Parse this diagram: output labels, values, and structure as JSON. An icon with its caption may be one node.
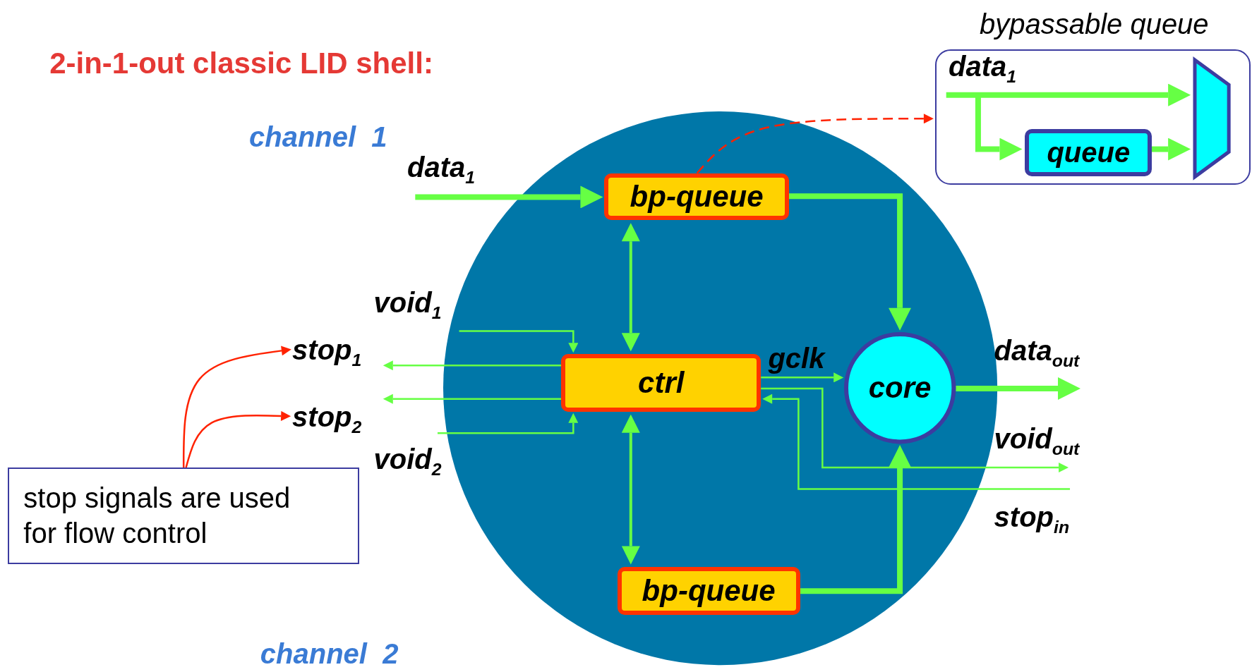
{
  "diagram": {
    "title": "2-in-1-out classic LID shell:",
    "nodes": [
      {
        "text": [],
        "shape": "circle"
      },
      {
        "text": [
          "bp-queue"
        ],
        "in": 0
      },
      {
        "text": [
          "ctrl"
        ],
        "in": 0
      },
      {
        "text": [
          "core"
        ],
        "in": 0
      },
      {
        "text": [
          "bp-queue"
        ],
        "in": 0
      },
      {
        "text": [
          "bypassable queue"
        ]
      },
      {
        "text": [
          "queue"
        ],
        "in": 5
      },
      {
        "text": [],
        "shape": "trapezoid",
        "in": 5
      },
      {
        "text": [
          "stop signals are used for flow control"
        ]
      },
      {
        "text": [
          "stop$_{1}$"
        ]
      },
      {
        "text": [
          "stop$_{2}$"
        ]
      }
    ],
    "edges": [
      {
        "from": null,
        "to": 1,
        "arrow": "to",
        "label": "data$_{1}$",
        "style": "thick"
      },
      {
        "from": 1,
        "to": 3,
        "arrow": "to",
        "style": "thick"
      },
      {
        "from": 1,
        "to": 2,
        "arrow": "both"
      },
      {
        "from": 2,
        "to": 4,
        "arrow": "both"
      },
      {
        "from": 4,
        "to": 3,
        "arrow": "to",
        "style": "thick"
      },
      {
        "from": null,
        "to": 2,
        "arrow": "to",
        "label": "void$_{1}$"
      },
      {
        "from": 2,
        "to": 9,
        "arrow": "to"
      },
      {
        "from": 2,
        "to": 10,
        "arrow": "to"
      },
      {
        "from": null,
        "to": 2,
        "arrow": "to",
        "label": "void$_{2}$"
      },
      {
        "from": 2,
        "to": 3,
        "arrow": "to",
        "label": "gclk"
      },
      {
        "from": 3,
        "to": null,
        "arrow": "to",
        "label": "data$_{out}$",
        "style": "thick"
      },
      {
        "from": 2,
        "to": null,
        "arrow": "to",
        "label": "void$_{out}$"
      },
      {
        "from": null,
        "to": 2,
        "arrow": "to",
        "label": "stop$_{in}$"
      },
      {
        "from": 1,
        "to": 5,
        "arrow": "to",
        "style": "dashed",
        "color": "#ff2200"
      },
      {
        "from": 8,
        "to": 9,
        "arrow": "to",
        "color": "#ff2200"
      },
      {
        "from": 8,
        "to": 10,
        "arrow": "to",
        "color": "#ff2200"
      },
      {
        "from": null,
        "to": 7,
        "arrow": "to",
        "label": "data$_{1}$",
        "style": "thick"
      },
      {
        "from": null,
        "to": 6,
        "arrow": "to",
        "style": "thick"
      },
      {
        "from": 6,
        "to": 7,
        "arrow": "to",
        "style": "thick"
      }
    ],
    "labels": [
      "channel  1",
      "channel  2"
    ]
  }
}
